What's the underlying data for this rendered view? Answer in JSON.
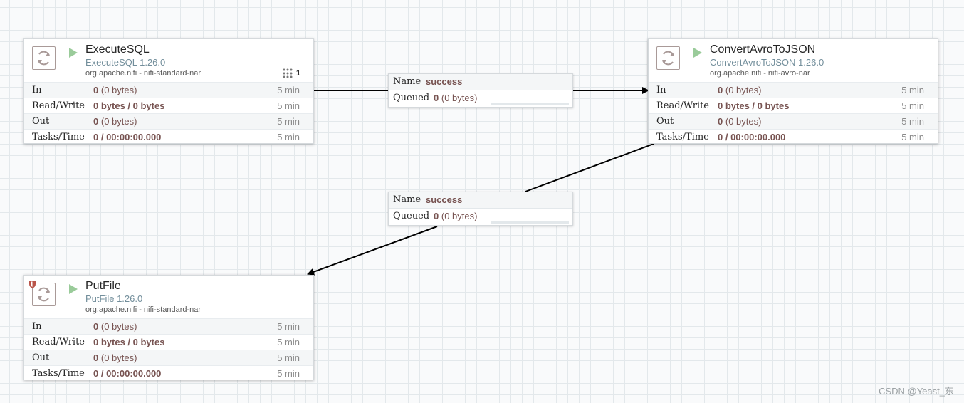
{
  "processors": [
    {
      "name": "ExecuteSQL",
      "type": "ExecuteSQL 1.26.0",
      "bundle": "org.apache.nifi - nifi-standard-nar",
      "task_count": "1",
      "restricted": false,
      "stats": [
        {
          "label": "In",
          "count": "0",
          "detail": "(0 bytes)",
          "window": "5 min"
        },
        {
          "label": "Read/Write",
          "count": "0 bytes / 0 bytes",
          "detail": "",
          "window": "5 min"
        },
        {
          "label": "Out",
          "count": "0",
          "detail": "(0 bytes)",
          "window": "5 min"
        },
        {
          "label": "Tasks/Time",
          "count": "0 / 00:00:00.000",
          "detail": "",
          "window": "5 min"
        }
      ]
    },
    {
      "name": "ConvertAvroToJSON",
      "type": "ConvertAvroToJSON 1.26.0",
      "bundle": "org.apache.nifi - nifi-avro-nar",
      "restricted": false,
      "stats": [
        {
          "label": "In",
          "count": "0",
          "detail": "(0 bytes)",
          "window": "5 min"
        },
        {
          "label": "Read/Write",
          "count": "0 bytes / 0 bytes",
          "detail": "",
          "window": "5 min"
        },
        {
          "label": "Out",
          "count": "0",
          "detail": "(0 bytes)",
          "window": "5 min"
        },
        {
          "label": "Tasks/Time",
          "count": "0 / 00:00:00.000",
          "detail": "",
          "window": "5 min"
        }
      ]
    },
    {
      "name": "PutFile",
      "type": "PutFile 1.26.0",
      "bundle": "org.apache.nifi - nifi-standard-nar",
      "restricted": true,
      "stats": [
        {
          "label": "In",
          "count": "0",
          "detail": "(0 bytes)",
          "window": "5 min"
        },
        {
          "label": "Read/Write",
          "count": "0 bytes / 0 bytes",
          "detail": "",
          "window": "5 min"
        },
        {
          "label": "Out",
          "count": "0",
          "detail": "(0 bytes)",
          "window": "5 min"
        },
        {
          "label": "Tasks/Time",
          "count": "0 / 00:00:00.000",
          "detail": "",
          "window": "5 min"
        }
      ]
    }
  ],
  "connections": [
    {
      "name_label": "Name",
      "name_value": "success",
      "queued_label": "Queued",
      "queued_count": "0",
      "queued_detail": "(0 bytes)",
      "from": "ExecuteSQL",
      "to": "ConvertAvroToJSON"
    },
    {
      "name_label": "Name",
      "name_value": "success",
      "queued_label": "Queued",
      "queued_count": "0",
      "queued_detail": "(0 bytes)",
      "from": "ConvertAvroToJSON",
      "to": "PutFile"
    }
  ],
  "icons": {
    "processor": "processor-icon",
    "run_state": "stopped-play-icon",
    "task_badge": "active-threads-icon",
    "restricted": "restricted-shield-icon"
  },
  "colors": {
    "run_state": "#9acb9a",
    "stat_value": "#775351",
    "type_text": "#728e9b",
    "restricted": "#ba554a",
    "connection_line": "#000000"
  },
  "watermark": "CSDN @Yeast_东"
}
